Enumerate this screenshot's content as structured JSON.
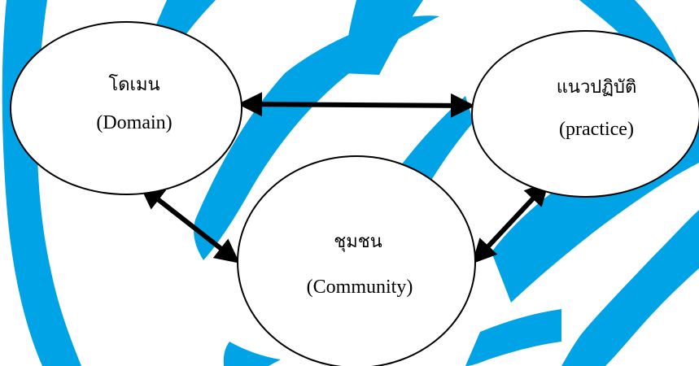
{
  "nodes": {
    "domain": {
      "thai": "โดเมน",
      "english": "(Domain)"
    },
    "practice": {
      "thai": "แนวปฏิบัติ",
      "english": "(practice)"
    },
    "community": {
      "thai": "ชุมชน",
      "english": "(Community)"
    }
  },
  "connections": [
    {
      "from": "domain",
      "to": "practice",
      "direction": "both"
    },
    {
      "from": "domain",
      "to": "community",
      "direction": "both"
    },
    {
      "from": "practice",
      "to": "community",
      "direction": "both"
    }
  ],
  "colors": {
    "background_swirl": "#00a3e6",
    "ellipse_fill": "#ffffff",
    "stroke": "#000000"
  }
}
